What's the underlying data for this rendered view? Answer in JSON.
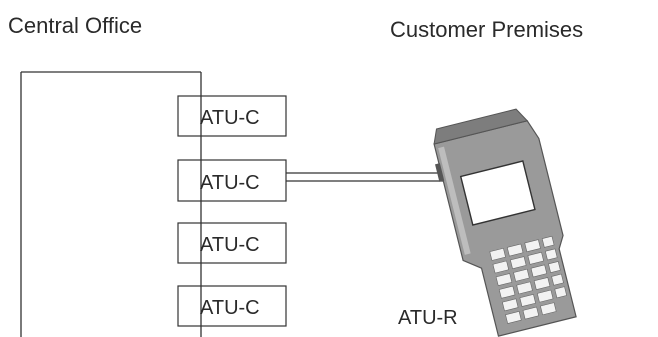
{
  "labels": {
    "central_office": "Central Office",
    "customer_premises": "Customer Premises",
    "remote_unit": "ATU-R"
  },
  "atu_c_units": [
    {
      "label": "ATU-C"
    },
    {
      "label": "ATU-C"
    },
    {
      "label": "ATU-C"
    },
    {
      "label": "ATU-C"
    }
  ]
}
